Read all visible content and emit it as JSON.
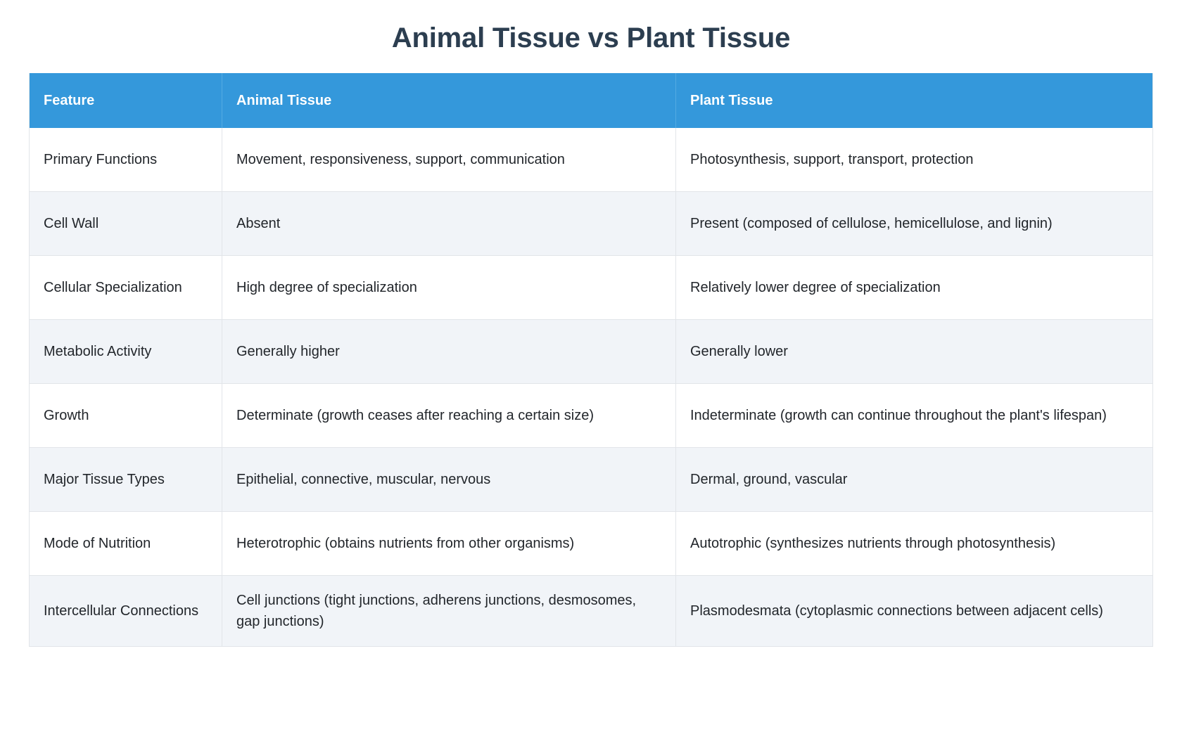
{
  "page": {
    "title": "Animal Tissue vs Plant Tissue",
    "background_color": "#ffffff",
    "title_color": "#2c3e50"
  },
  "table": {
    "header_background": "#3498db",
    "header_text_color": "#ffffff",
    "row_alt_background": "#f1f4f8",
    "border_color": "#e2e5e9",
    "columns": [
      {
        "key": "feature",
        "label": "Feature"
      },
      {
        "key": "animal",
        "label": "Animal Tissue"
      },
      {
        "key": "plant",
        "label": "Plant Tissue"
      }
    ],
    "rows": [
      {
        "feature": "Primary Functions",
        "animal": "Movement, responsiveness, support, communication",
        "plant": "Photosynthesis, support, transport, protection"
      },
      {
        "feature": "Cell Wall",
        "animal": "Absent",
        "plant": "Present (composed of cellulose, hemicellulose, and lignin)"
      },
      {
        "feature": "Cellular Specialization",
        "animal": "High degree of specialization",
        "plant": "Relatively lower degree of specialization"
      },
      {
        "feature": "Metabolic Activity",
        "animal": "Generally higher",
        "plant": "Generally lower"
      },
      {
        "feature": "Growth",
        "animal": "Determinate (growth ceases after reaching a certain size)",
        "plant": "Indeterminate (growth can continue throughout the plant's lifespan)"
      },
      {
        "feature": "Major Tissue Types",
        "animal": "Epithelial, connective, muscular, nervous",
        "plant": "Dermal, ground, vascular"
      },
      {
        "feature": "Mode of Nutrition",
        "animal": "Heterotrophic (obtains nutrients from other organisms)",
        "plant": "Autotrophic (synthesizes nutrients through photosynthesis)"
      },
      {
        "feature": "Intercellular Connections",
        "animal": "Cell junctions (tight junctions, adherens junctions, desmosomes, gap junctions)",
        "plant": "Plasmodesmata (cytoplasmic connections between adjacent cells)"
      }
    ]
  }
}
